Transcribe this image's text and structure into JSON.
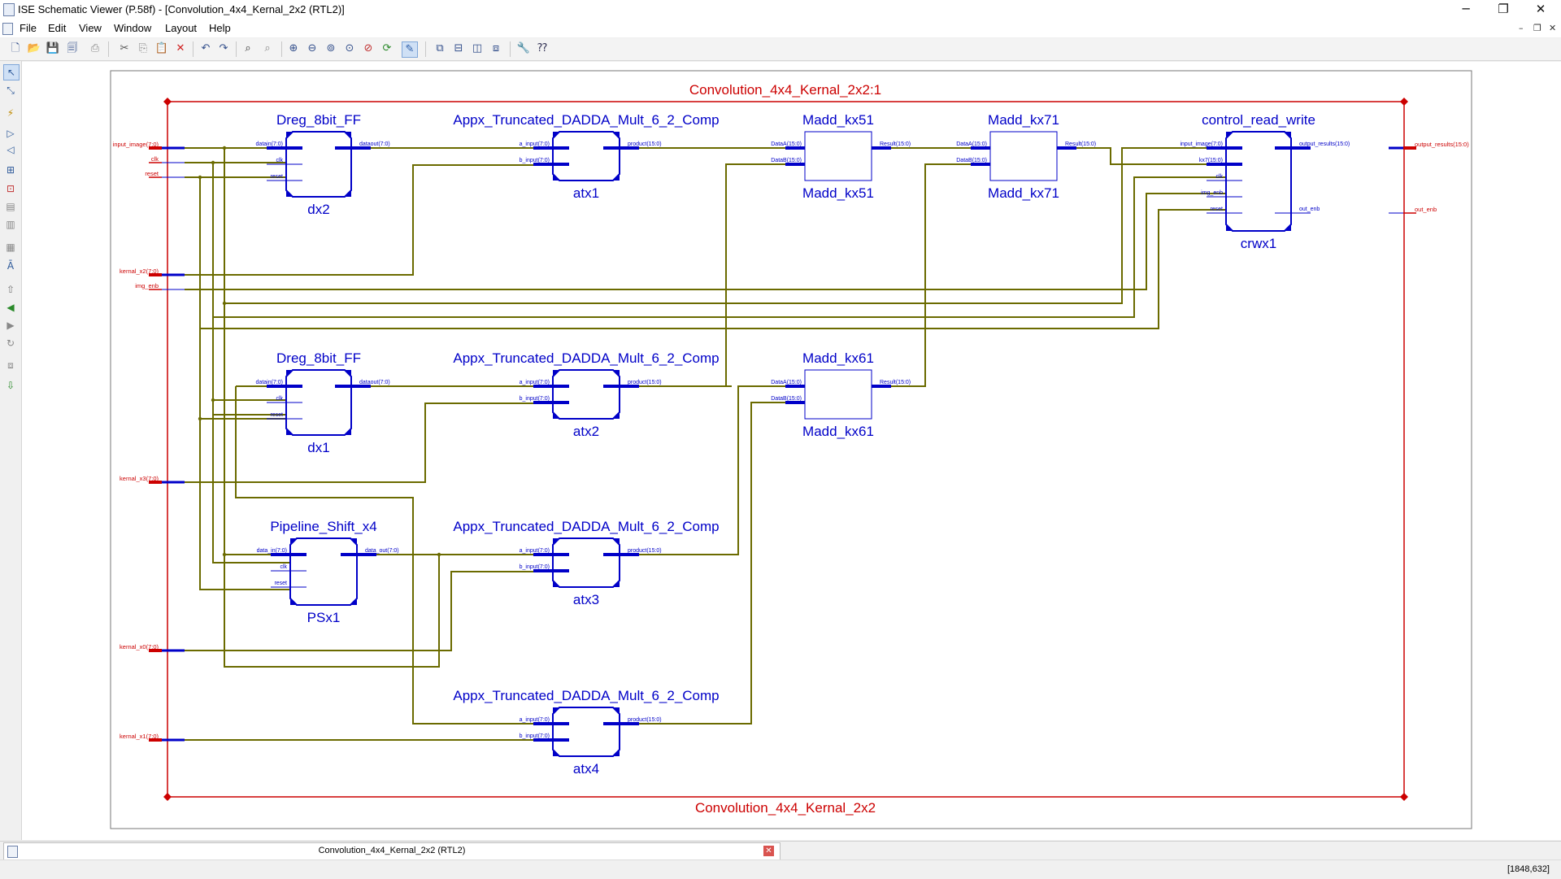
{
  "window": {
    "title": "ISE Schematic Viewer (P.58f) - [Convolution_4x4_Kernal_2x2 (RTL2)]",
    "minimize": "─",
    "restore": "❐",
    "close": "✕"
  },
  "menu": {
    "items": [
      "File",
      "Edit",
      "View",
      "Window",
      "Layout",
      "Help"
    ],
    "mdi_minimize": "–",
    "mdi_restore": "❐",
    "mdi_close": "✕"
  },
  "colors": {
    "wire": "#6b6b00",
    "block": "#0000c8",
    "port": "#cc0000",
    "frame": "#cc0000"
  },
  "schematic": {
    "top_label": "Convolution_4x4_Kernal_2x2:1",
    "bottom_label": "Convolution_4x4_Kernal_2x2",
    "inputs": [
      "input_image(7:0)",
      "clk",
      "reset",
      "kernal_x2(7:0)",
      "img_enb",
      "kernal_x3(7:0)",
      "kernal_x0(7:0)",
      "kernal_x1(7:0)"
    ],
    "outputs": [
      "output_results(15:0)",
      "out_enb"
    ],
    "blocks": {
      "dx2": {
        "type": "Dreg_8bit_FF",
        "name": "dx2",
        "in": [
          "datain(7:0)",
          "clk",
          "reset"
        ],
        "out": [
          "dataout(7:0)"
        ]
      },
      "dx1": {
        "type": "Dreg_8bit_FF",
        "name": "dx1",
        "in": [
          "datain(7:0)",
          "clk",
          "reset"
        ],
        "out": [
          "dataout(7:0)"
        ]
      },
      "psx1": {
        "type": "Pipeline_Shift_x4",
        "name": "PSx1",
        "in": [
          "data_in(7:0)",
          "clk",
          "reset"
        ],
        "out": [
          "data_out(7:0)"
        ]
      },
      "atx1": {
        "type": "Appx_Truncated_DADDA_Mult_6_2_Comp",
        "name": "atx1",
        "in": [
          "a_input(7:0)",
          "b_input(7:0)"
        ],
        "out": [
          "product(15:0)"
        ]
      },
      "atx2": {
        "type": "Appx_Truncated_DADDA_Mult_6_2_Comp",
        "name": "atx2",
        "in": [
          "a_input(7:0)",
          "b_input(7:0)"
        ],
        "out": [
          "product(15:0)"
        ]
      },
      "atx3": {
        "type": "Appx_Truncated_DADDA_Mult_6_2_Comp",
        "name": "atx3",
        "in": [
          "a_input(7:0)",
          "b_input(7:0)"
        ],
        "out": [
          "product(15:0)"
        ]
      },
      "atx4": {
        "type": "Appx_Truncated_DADDA_Mult_6_2_Comp",
        "name": "atx4",
        "in": [
          "a_input(7:0)",
          "b_input(7:0)"
        ],
        "out": [
          "product(15:0)"
        ]
      },
      "kx51": {
        "type": "Madd_kx51",
        "name": "Madd_kx51",
        "in": [
          "DataA(15:0)",
          "DataB(15:0)"
        ],
        "out": [
          "Result(15:0)"
        ]
      },
      "kx71": {
        "type": "Madd_kx71",
        "name": "Madd_kx71",
        "in": [
          "DataA(15:0)",
          "DataB(15:0)"
        ],
        "out": [
          "Result(15:0)"
        ]
      },
      "kx61": {
        "type": "Madd_kx61",
        "name": "Madd_kx61",
        "in": [
          "DataA(15:0)",
          "DataB(15:0)"
        ],
        "out": [
          "Result(15:0)"
        ]
      },
      "crwx1": {
        "type": "control_read_write",
        "name": "crwx1",
        "in": [
          "input_image(7:0)",
          "kx7(15:0)",
          "clk",
          "img_enb",
          "reset"
        ],
        "out": [
          "output_results(15:0)",
          "out_enb"
        ]
      }
    }
  },
  "tab": {
    "label": "Convolution_4x4_Kernal_2x2 (RTL2)",
    "close": "✕"
  },
  "status": {
    "coords": "[1848,632]"
  }
}
